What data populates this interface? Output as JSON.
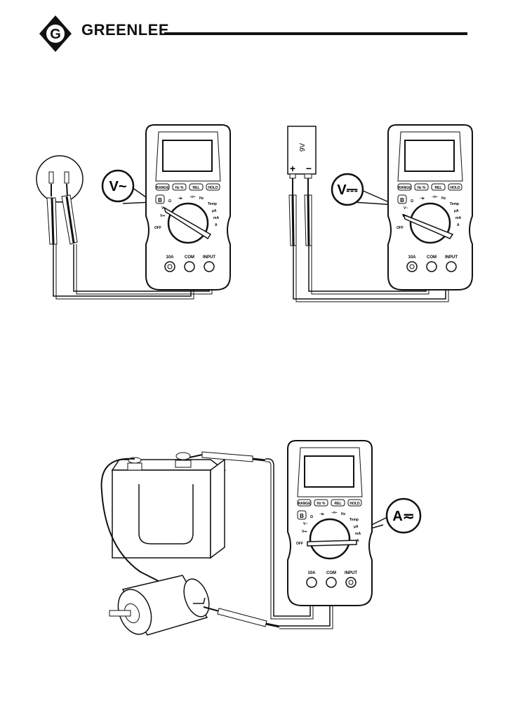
{
  "brand": {
    "name": "GREENLEE.",
    "logo_letter": "G"
  },
  "figures": {
    "ac_voltage": {
      "badge": "V~"
    },
    "dc_voltage": {
      "badge": "V⎓",
      "battery_label": "9V",
      "battery_plus": "+",
      "battery_minus": "−"
    },
    "current": {
      "badge": "A≂"
    }
  },
  "meter": {
    "buttons": [
      "RANGE",
      "Hz %",
      "REL",
      "HOLD"
    ],
    "dial_labels": {
      "off": "OFF",
      "v_ac": "V~",
      "v_dc": "V⎓",
      "ohm": "Ω",
      "diode": "⊣▸",
      "cap": "⊣⊢",
      "hz": "Hz",
      "temp": "Temp",
      "ua": "µA",
      "ma": "mA",
      "a": "A"
    },
    "jacks": [
      "10A",
      "COM",
      "INPUT"
    ]
  }
}
